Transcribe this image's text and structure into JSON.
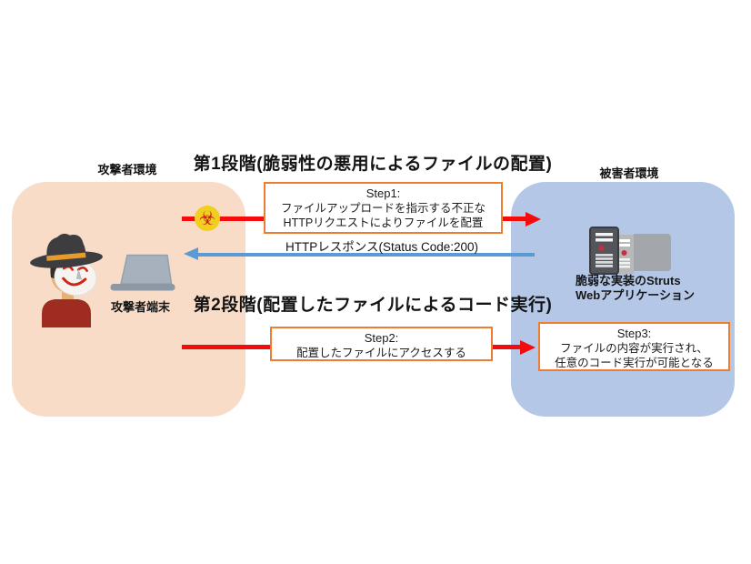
{
  "diagram": {
    "stage1_title": "第1段階(脆弱性の悪用によるファイルの配置)",
    "stage2_title": "第2段階(配置したファイルによるコード実行)"
  },
  "attacker": {
    "env_label": "攻撃者環境",
    "terminal_label": "攻撃者端末"
  },
  "victim": {
    "env_label": "被害者環境",
    "server_label_line1": "脆弱な実装のStruts",
    "server_label_line2": "Webアプリケーション"
  },
  "arrows": {
    "response_label": "HTTPレスポンス(Status Code:200)"
  },
  "steps": [
    {
      "title": "Step1:",
      "lines": [
        "ファイルアップロードを指示する不正な",
        "HTTPリクエストによりファイルを配置"
      ]
    },
    {
      "title": "Step2:",
      "lines": [
        "配置したファイルにアクセスする"
      ]
    },
    {
      "title": "Step3:",
      "lines": [
        "ファイルの内容が実行され、",
        "任意のコード実行が可能となる"
      ]
    }
  ],
  "icons": {
    "biohazard_glyph": "☣"
  },
  "colors": {
    "attacker_env_bg": "#f9dcc8",
    "victim_env_bg": "#b4c7e7",
    "step_box_border": "#ed7d31",
    "request_arrow": "#f40b0b",
    "response_arrow": "#5b9bd5",
    "biohazard_bg": "#f1cf20",
    "biohazard_glyph_color": "#cb1e14"
  }
}
